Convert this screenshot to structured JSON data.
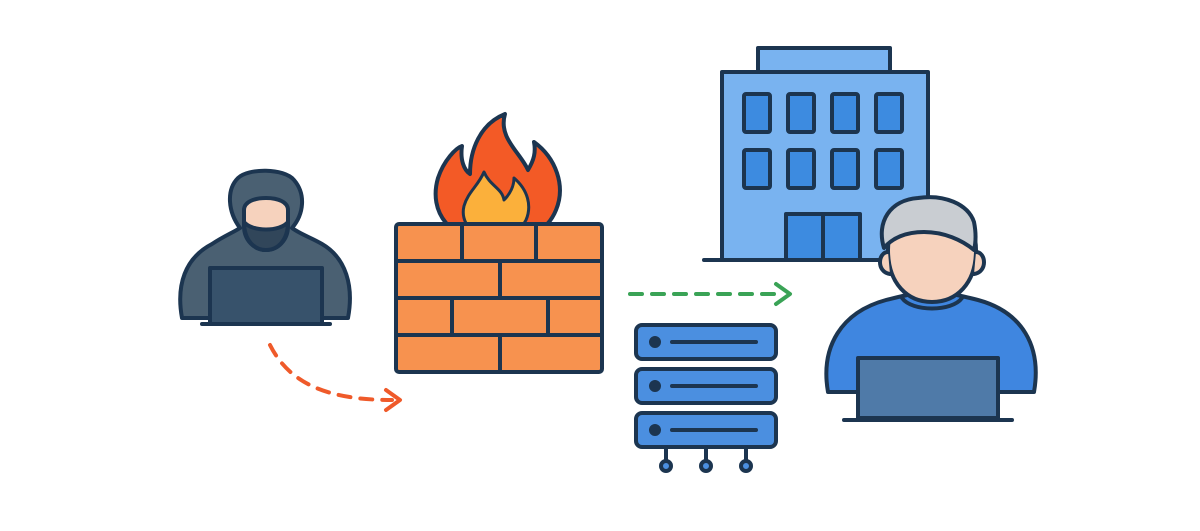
{
  "diagram": {
    "kind": "network-security-illustration",
    "nodes": [
      {
        "id": "attacker",
        "icon": "hooded-hacker-with-laptop-icon"
      },
      {
        "id": "firewall",
        "icon": "burning-brick-firewall-icon"
      },
      {
        "id": "server",
        "icon": "server-rack-icon"
      },
      {
        "id": "office",
        "icon": "office-building-icon"
      },
      {
        "id": "employee",
        "icon": "user-with-laptop-icon"
      }
    ],
    "flows": [
      {
        "from": "attacker",
        "to": "firewall",
        "style": "dashed",
        "color": "#ef5a2a",
        "icon": "dashed-arrow-icon"
      },
      {
        "from": "firewall",
        "to": "office",
        "style": "dashed",
        "color": "#3aa356",
        "icon": "dashed-arrow-icon"
      }
    ]
  },
  "colors": {
    "outline": "#1c3550",
    "hacker_hood": "#4a6072",
    "hacker_laptop": "#37526b",
    "skin": "#f6d2bd",
    "brick": "#f7924f",
    "flame_outer": "#f35a26",
    "flame_inner": "#fbb03b",
    "building": "#79b3f0",
    "building_window": "#3d8be0",
    "server": "#4b8fe0",
    "user_shirt": "#3f86e0",
    "user_hair": "#c9cdd2",
    "user_laptop": "#4f7aa8",
    "arrow_red": "#ef5a2a",
    "arrow_green": "#3aa356"
  }
}
